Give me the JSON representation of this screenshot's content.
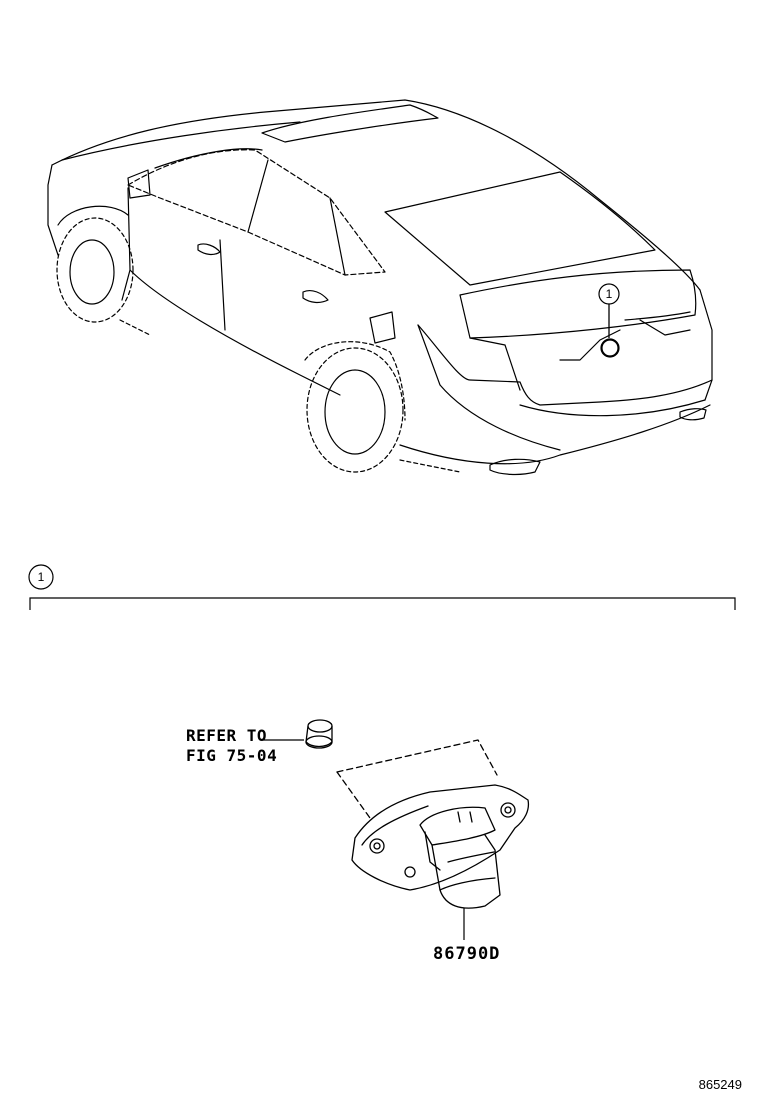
{
  "callout": {
    "number": "1"
  },
  "section_marker": {
    "number": "1"
  },
  "reference_label": {
    "line1": "REFER TO",
    "line2": "FIG 75-04"
  },
  "part_number": "86790D",
  "illustration_number": "865249"
}
